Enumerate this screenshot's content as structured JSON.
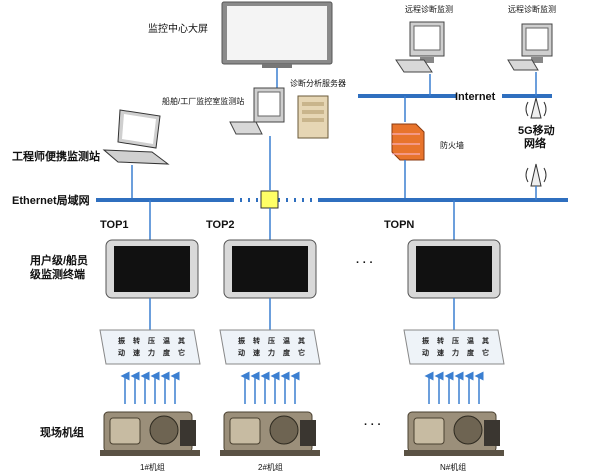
{
  "labels": {
    "big_screen": "监控中心大屏",
    "remote_1": "远程诊断监测",
    "remote_2": "远程诊断监测",
    "station": "船舶/工厂监控室监测站",
    "server": "诊断分析服务器",
    "internet": "Internet",
    "firewall": "防火墙",
    "mobile_1": "5G移动",
    "mobile_2": "网络",
    "engineer": "工程师便携监测站",
    "ethernet": "Ethernet局域网",
    "top1": "TOP1",
    "top2": "TOP2",
    "topn": "TOPN",
    "terminal_1": "用户级/船员",
    "terminal_2": "级监测终端",
    "unit_group": "现场机组",
    "unit1": "1#机组",
    "unit2": "2#机组",
    "unitn": "N#机组",
    "dots": "· · ·"
  },
  "sensors": {
    "top_row": [
      "振",
      "转",
      "压",
      "温",
      "其"
    ],
    "bottom_row": [
      "动",
      "速",
      "力",
      "度",
      "它"
    ]
  },
  "colors": {
    "bus": "#2f6fbf",
    "line": "#3b7fd1",
    "arrow": "#3b7fd1",
    "hub": "#ffff66",
    "firewall": "#e8742c"
  }
}
